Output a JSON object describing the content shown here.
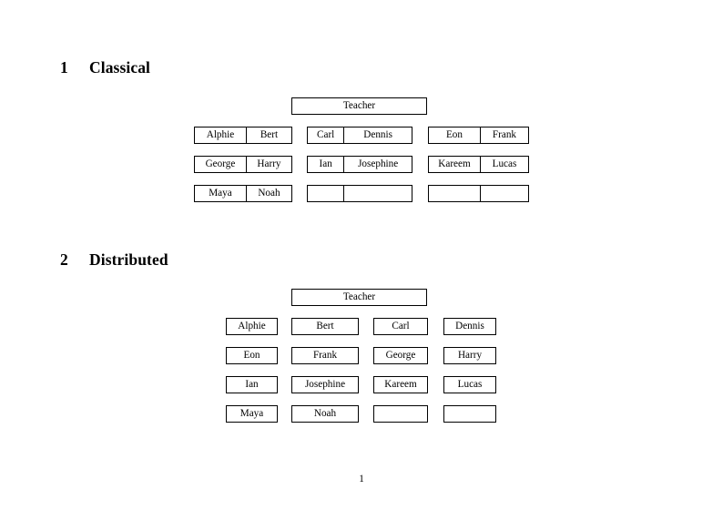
{
  "document": {
    "page_number": "1"
  },
  "sections": [
    {
      "number": "1",
      "title": "Classical",
      "teacher_label": "Teacher",
      "groups": [
        {
          "rows": [
            {
              "left": "Alphie",
              "right": "Bert"
            },
            {
              "left": "George",
              "right": "Harry"
            },
            {
              "left": "Maya",
              "right": "Noah"
            }
          ]
        },
        {
          "rows": [
            {
              "left": "Carl",
              "right": "Dennis"
            },
            {
              "left": "Ian",
              "right": "Josephine"
            },
            {
              "left": "",
              "right": ""
            }
          ]
        },
        {
          "rows": [
            {
              "left": "Eon",
              "right": "Frank"
            },
            {
              "left": "Kareem",
              "right": "Lucas"
            },
            {
              "left": "",
              "right": ""
            }
          ]
        }
      ]
    },
    {
      "number": "2",
      "title": "Distributed",
      "teacher_label": "Teacher",
      "rows": [
        [
          "Alphie",
          "Bert",
          "Carl",
          "Dennis"
        ],
        [
          "Eon",
          "Frank",
          "George",
          "Harry"
        ],
        [
          "Ian",
          "Josephine",
          "Kareem",
          "Lucas"
        ],
        [
          "Maya",
          "Noah",
          "",
          ""
        ]
      ]
    }
  ]
}
